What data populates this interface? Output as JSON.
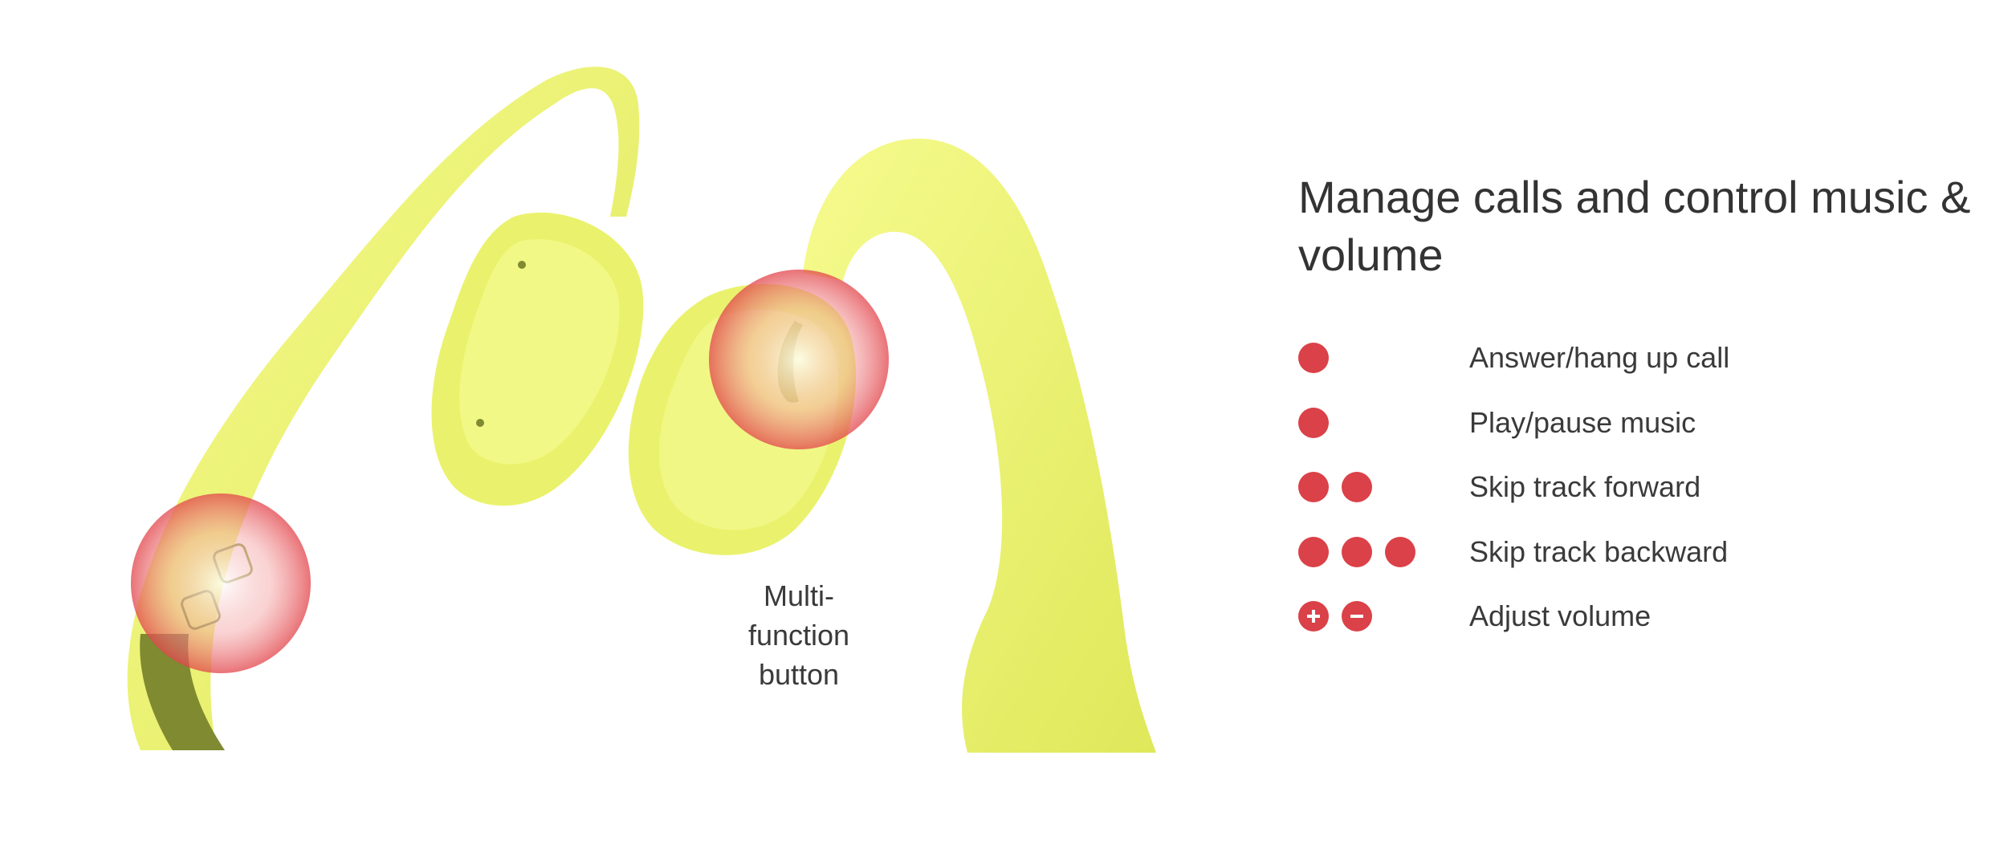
{
  "illustration": {
    "name": "bone conduction headphones",
    "body_color": "#eef577",
    "shade_color": "#d7e151",
    "cord_color": "#7f8a31",
    "callout_label": "Multi-\nfunction\nbutton"
  },
  "panel": {
    "title": "Manage calls and control music & volume",
    "accent_color": "#db4148",
    "actions": [
      {
        "presses": 1,
        "label": "Answer/hang up call",
        "icons": [
          "dot-icon"
        ]
      },
      {
        "presses": 1,
        "label": "Play/pause music",
        "icons": [
          "dot-icon"
        ]
      },
      {
        "presses": 2,
        "label": "Skip track forward",
        "icons": [
          "dot-icon",
          "dot-icon"
        ]
      },
      {
        "presses": 3,
        "label": "Skip track backward",
        "icons": [
          "dot-icon",
          "dot-icon",
          "dot-icon"
        ]
      },
      {
        "presses": 0,
        "label": "Adjust volume",
        "icons": [
          "plus-icon",
          "minus-icon"
        ]
      }
    ]
  }
}
